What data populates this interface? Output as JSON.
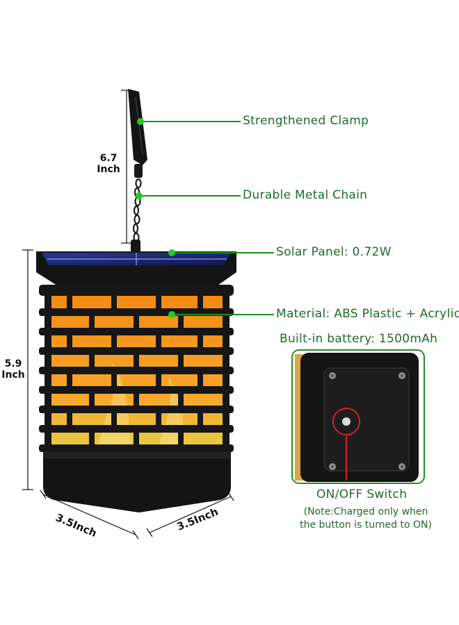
{
  "colors": {
    "label_green": "#1f6a2a",
    "leader_green": "#1e8c1e",
    "lamp_black": "#151515",
    "flame_orange": "#f59a1f",
    "flame_yellow": "#e8d04a",
    "solar_blue": "#1b2470",
    "switch_red": "#d3202a"
  },
  "labels": {
    "clamp": "Strengthened Clamp",
    "chain": "Durable Metal Chain",
    "solar": "Solar Panel: 0.72W",
    "material": "Material: ABS Plastic + Acrylic",
    "battery": "Built-in battery: 1500mAh",
    "switch": "ON/OFF Switch",
    "note_line1": "(Note:Charged only when",
    "note_line2": "the button is turned to ON)"
  },
  "dimensions": {
    "chain_value": "6.7",
    "chain_unit": "Inch",
    "height_value": "5.9",
    "height_unit": "Inch",
    "width_left": "3.5Inch",
    "width_right": "3.5Inch"
  },
  "icons": [
    "clamp-icon",
    "chain-icon",
    "solar-panel-icon",
    "lantern-icon",
    "power-switch-icon"
  ]
}
